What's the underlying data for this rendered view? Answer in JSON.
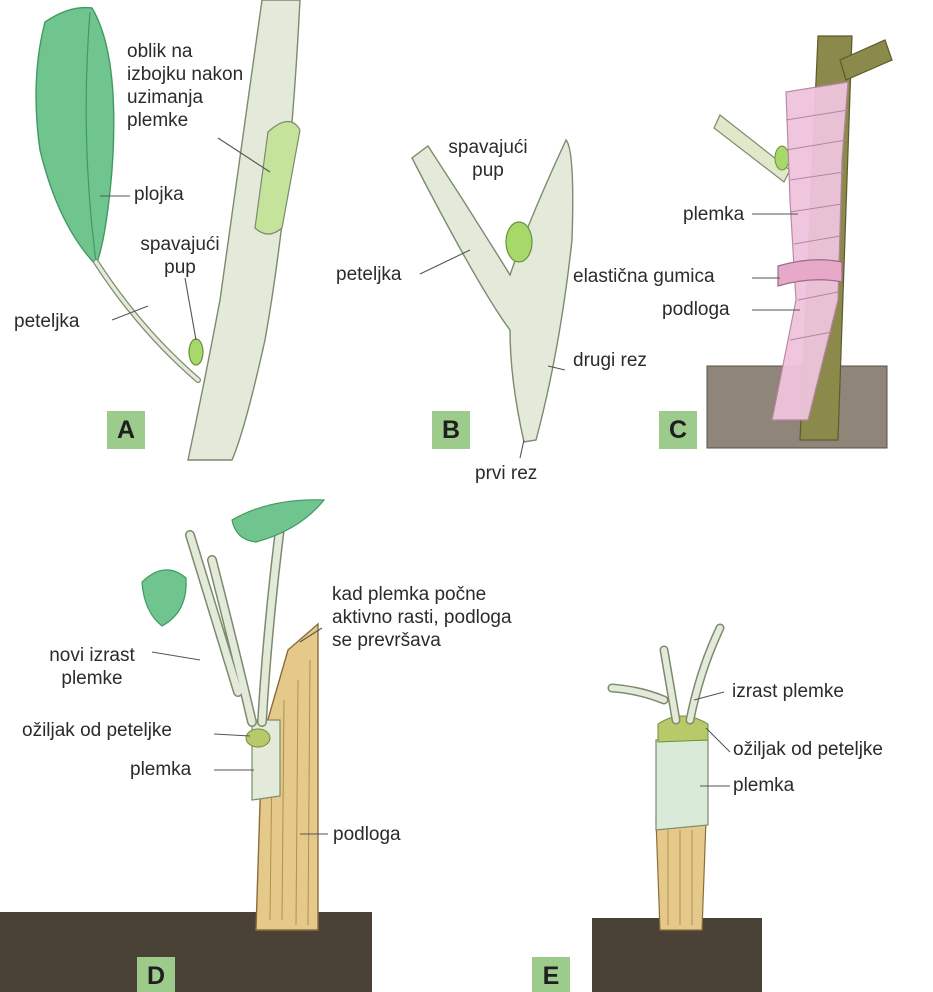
{
  "colors": {
    "leaf": "#6fc58d",
    "leaf_dark": "#3f9a62",
    "stem": "#dfe8d6",
    "bud": "#a6d86a",
    "bark": "#e4c98a",
    "soil": "#4a4237",
    "tape": "#efc4dd",
    "badge": "#9ccb8c"
  },
  "panels": {
    "A": {
      "badge": "A",
      "label_scion_spot": "oblik na\nizbojku nakon\nuzimanja\nplemke",
      "label_blade": "plojka",
      "label_bud": "spavajući\npup",
      "label_petiole": "peteljka"
    },
    "B": {
      "badge": "B",
      "label_bud": "spavajući\npup",
      "label_petiole": "peteljka",
      "label_second_cut": "drugi rez",
      "label_first_cut": "prvi rez"
    },
    "C": {
      "badge": "C",
      "label_scion": "plemka",
      "label_rubber": "elastična gumica",
      "label_rootstock": "podloga"
    },
    "D": {
      "badge": "D",
      "label_topping": "kad plemka počne\naktivno rasti, podloga\nse prevršava",
      "label_new_growth": "novi izrast\nplemke",
      "label_scar": "ožiljak od peteljke",
      "label_scion": "plemka",
      "label_rootstock": "podloga"
    },
    "E": {
      "badge": "E",
      "label_growth": "izrast plemke",
      "label_scar": "ožiljak od peteljke",
      "label_scion": "plemka"
    }
  }
}
